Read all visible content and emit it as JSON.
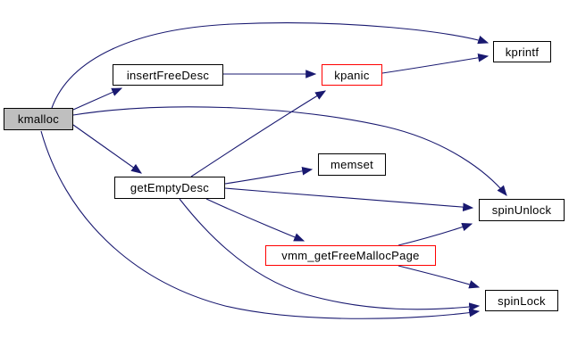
{
  "diagram": {
    "type": "call-graph",
    "root_function": "kmalloc",
    "colors": {
      "edge": "#191970",
      "node_border": "#000000",
      "truncated_node_border": "#ff0000",
      "current_node_fill": "#bfbfbf",
      "node_fill": "#ffffff",
      "background": "#ffffff",
      "text": "#000000"
    },
    "nodes": [
      {
        "id": "kmalloc",
        "label": "kmalloc",
        "role": "current"
      },
      {
        "id": "insertFreeDesc",
        "label": "insertFreeDesc",
        "role": "normal"
      },
      {
        "id": "kpanic",
        "label": "kpanic",
        "role": "truncated"
      },
      {
        "id": "kprintf",
        "label": "kprintf",
        "role": "normal"
      },
      {
        "id": "memset",
        "label": "memset",
        "role": "normal"
      },
      {
        "id": "getEmptyDesc",
        "label": "getEmptyDesc",
        "role": "normal"
      },
      {
        "id": "spinUnlock",
        "label": "spinUnlock",
        "role": "normal"
      },
      {
        "id": "vmm_getFreeMallocPage",
        "label": "vmm_getFreeMallocPage",
        "role": "truncated"
      },
      {
        "id": "spinLock",
        "label": "spinLock",
        "role": "normal"
      }
    ],
    "edges": [
      {
        "from": "kmalloc",
        "to": "kprintf"
      },
      {
        "from": "kmalloc",
        "to": "insertFreeDesc"
      },
      {
        "from": "kmalloc",
        "to": "getEmptyDesc"
      },
      {
        "from": "kmalloc",
        "to": "spinUnlock"
      },
      {
        "from": "kmalloc",
        "to": "spinLock"
      },
      {
        "from": "insertFreeDesc",
        "to": "kpanic"
      },
      {
        "from": "kpanic",
        "to": "kprintf"
      },
      {
        "from": "getEmptyDesc",
        "to": "kpanic"
      },
      {
        "from": "getEmptyDesc",
        "to": "memset"
      },
      {
        "from": "getEmptyDesc",
        "to": "spinUnlock"
      },
      {
        "from": "getEmptyDesc",
        "to": "vmm_getFreeMallocPage"
      },
      {
        "from": "getEmptyDesc",
        "to": "spinLock"
      },
      {
        "from": "vmm_getFreeMallocPage",
        "to": "spinUnlock"
      },
      {
        "from": "vmm_getFreeMallocPage",
        "to": "spinLock"
      }
    ]
  }
}
